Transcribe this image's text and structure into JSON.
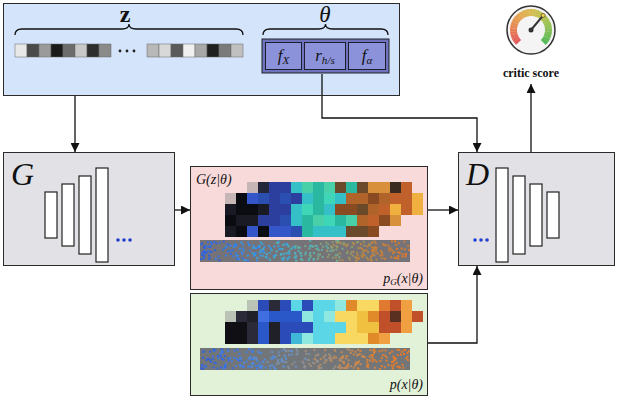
{
  "diagram": {
    "nodes": [
      {
        "text": [
          "z"
        ]
      },
      {
        "text": [
          "θ"
        ],
        "in": 0
      },
      {
        "text": [
          "fX"
        ],
        "in": 1
      },
      {
        "text": [
          "rh/s"
        ],
        "in": 1
      },
      {
        "text": [
          "fα"
        ],
        "in": 1
      },
      {
        "text": [
          "G"
        ]
      },
      {
        "text": [
          "G(z|θ)",
          "pG(x|θ)"
        ]
      },
      {
        "text": [
          "p(x|θ)"
        ]
      },
      {
        "text": [
          "D"
        ]
      },
      {
        "text": [
          "critic score"
        ]
      }
    ],
    "edges": [
      {
        "from": 0,
        "to": 5,
        "arrow": "to"
      },
      {
        "from": 1,
        "to": 8,
        "arrow": "to"
      },
      {
        "from": 5,
        "to": 6,
        "arrow": "to"
      },
      {
        "from": 6,
        "to": 8,
        "arrow": "to"
      },
      {
        "from": 7,
        "to": 8,
        "arrow": "to"
      },
      {
        "from": 8,
        "to": 9,
        "arrow": "to"
      }
    ]
  }
}
